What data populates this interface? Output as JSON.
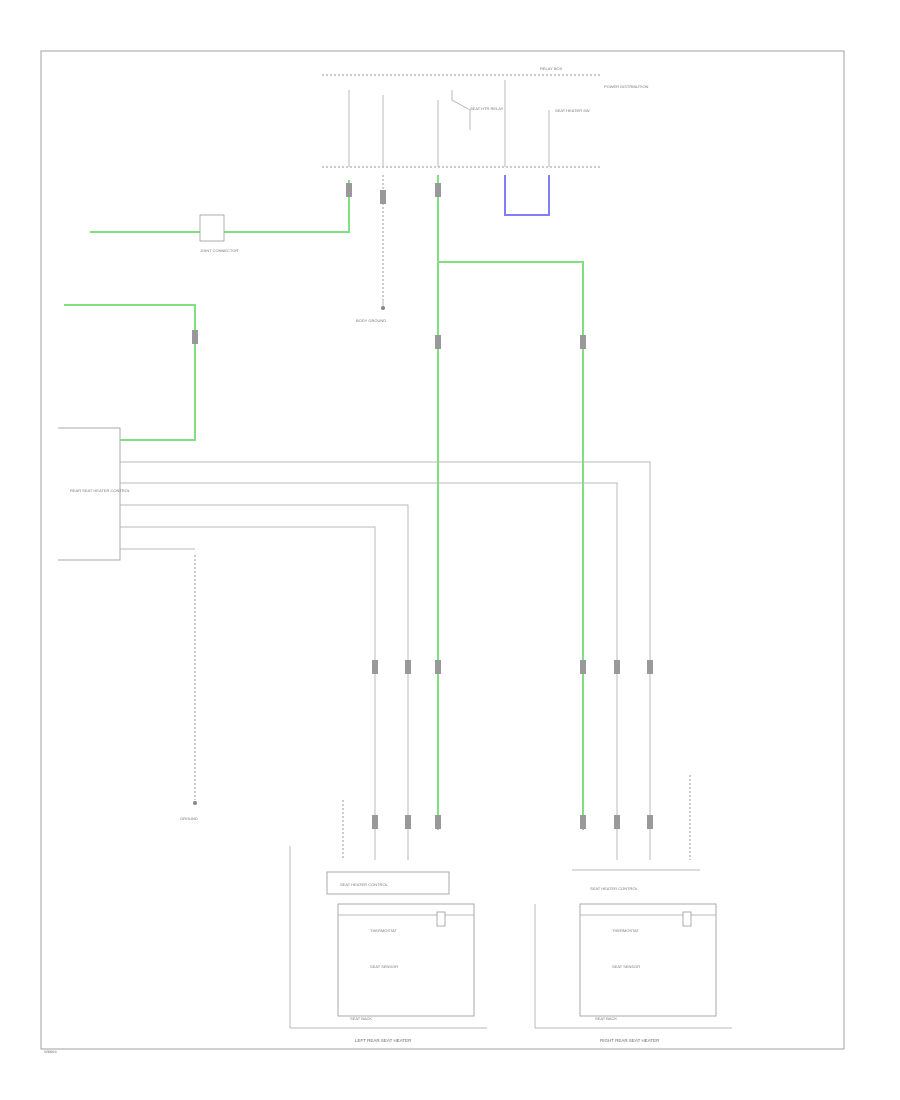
{
  "diagram": {
    "footer_id": "W6664",
    "labels": {
      "relay_box": "RELAY BOX",
      "seat_relay": "SEAT HTR RELAY",
      "seat_switch": "SEAT HEATER SW",
      "heater_control": "SEAT HEATER CONTROL",
      "thermostat": "THERMOSTAT",
      "seat_sensor": "SEAT SENSOR",
      "seat_back": "SEAT BACK",
      "left_heater": "LEFT REAR SEAT HEATER",
      "right_heater": "RIGHT REAR SEAT HEATER",
      "main_module": "REAR SEAT HEATER CONTROL",
      "connector": "JOINT CONNECTOR",
      "ground": "GROUND",
      "power_ref": "POWER DISTRIBUTION",
      "body_ref": "BODY GROUND"
    }
  }
}
